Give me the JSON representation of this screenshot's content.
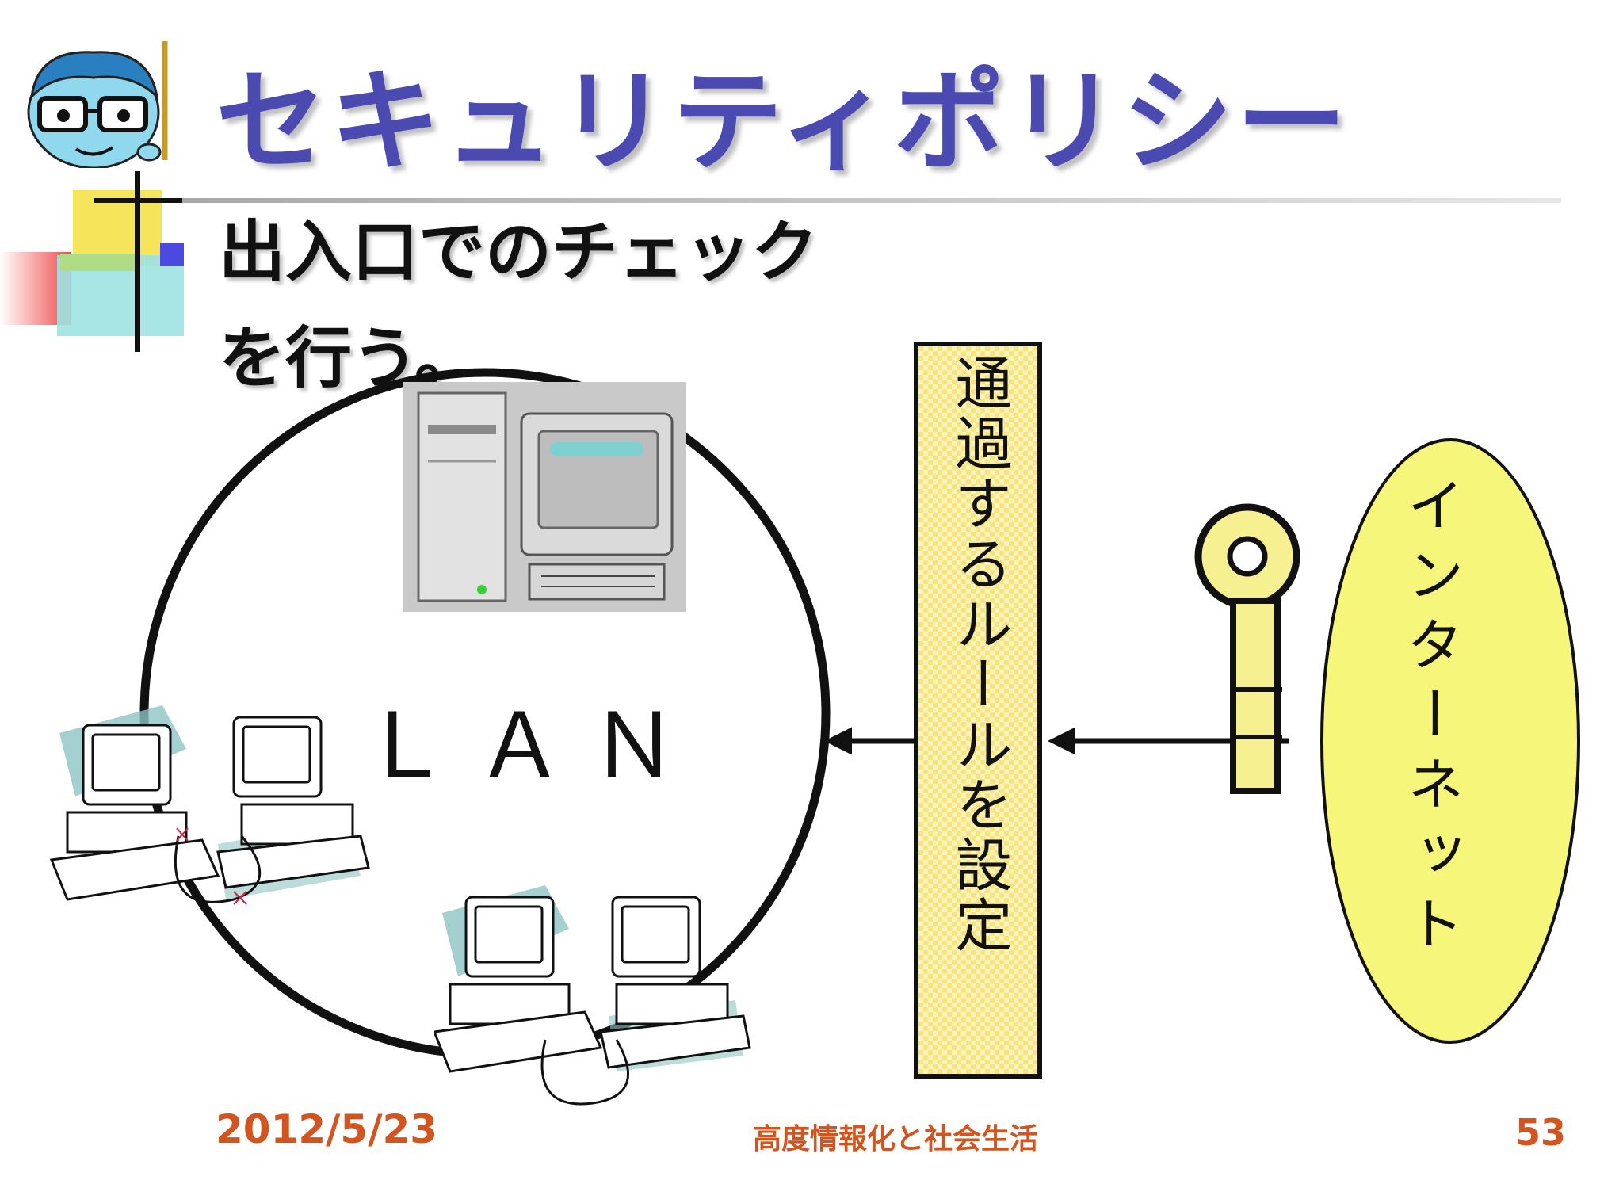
{
  "slide": {
    "title": "セキュリティポリシー",
    "bullet_line1": "出入口でのチェック",
    "bullet_line2": "を行う。",
    "lan_label": "ＬＡＮ",
    "rule_label": "通過するルールを設定",
    "internet_label": "インターネット"
  },
  "footer": {
    "date": "2012/5/23",
    "center": "高度情報化と社会生活",
    "page": "53"
  },
  "colors": {
    "title": "#4a4ab0",
    "footer": "#d2541e",
    "rule_box": "#f6e57a",
    "internet_bubble": "#f6f67a"
  },
  "icons": [
    "teacher-mascot-icon",
    "server-icon",
    "key-icon",
    "networked-pc-icon"
  ]
}
